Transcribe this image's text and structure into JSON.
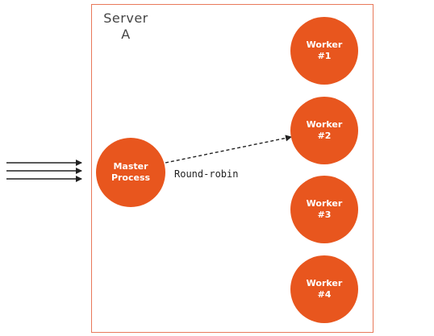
{
  "colors": {
    "node_fill": "#e8561e",
    "server_border": "#e8795a",
    "arrow": "#222222"
  },
  "server": {
    "title_line1": "Server",
    "title_line2": "A"
  },
  "master": {
    "line1": "Master",
    "line2": "Process"
  },
  "workers": [
    {
      "line1": "Worker",
      "line2": "#1"
    },
    {
      "line1": "Worker",
      "line2": "#2"
    },
    {
      "line1": "Worker",
      "line2": "#3"
    },
    {
      "line1": "Worker",
      "line2": "#4"
    }
  ],
  "edge": {
    "label": "Round-robin",
    "style": "dashed"
  },
  "incoming_request_arrows": 3
}
